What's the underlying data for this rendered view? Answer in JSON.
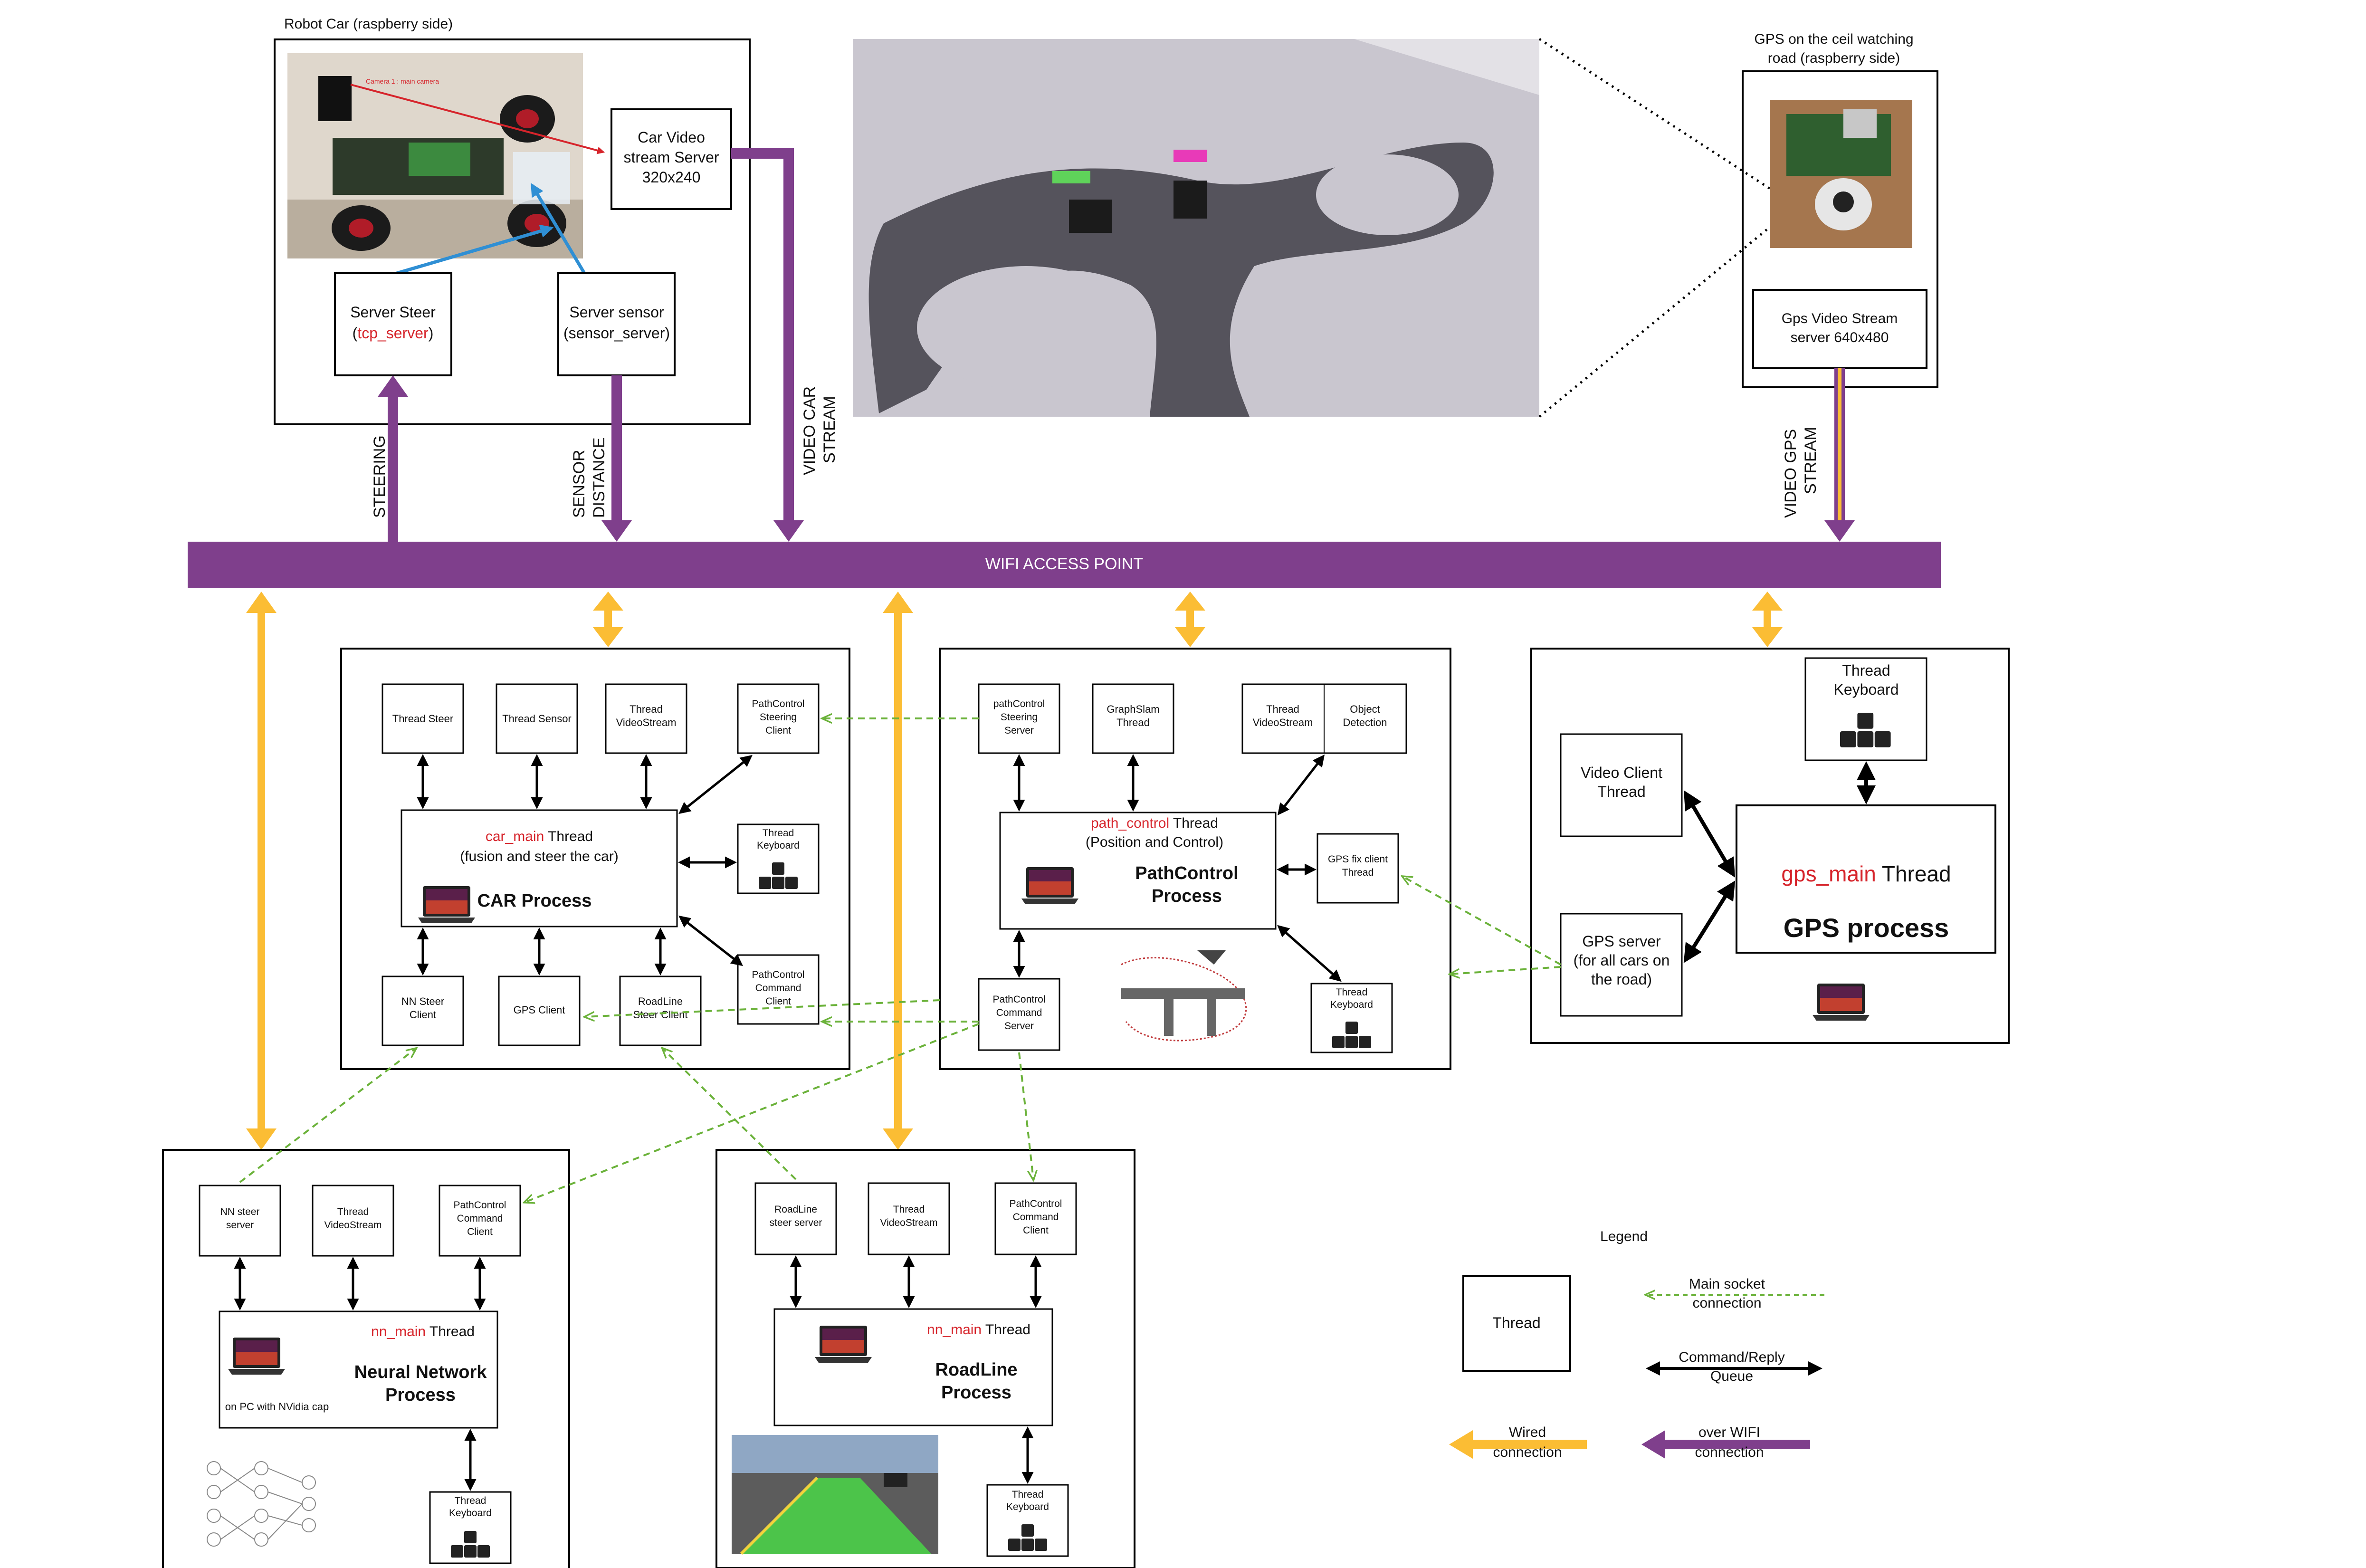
{
  "robot_car": {
    "title": "Robot Car (raspberry side)",
    "photo_annotation": "Camera 1 : main camera",
    "video_server": [
      "Car Video",
      "stream Server",
      "320x240"
    ],
    "server_steer": {
      "line1": "Server Steer",
      "paren_open": "(",
      "name": "tcp_server",
      "paren_close": ")"
    },
    "server_sensor": [
      "Server sensor",
      "(sensor_server)"
    ]
  },
  "gps_cam": {
    "title": [
      "GPS on the ceil watching",
      "road (raspberry side)"
    ],
    "video_server": [
      "Gps Video Stream",
      "server 640x480"
    ]
  },
  "links": {
    "steering": "STEERING",
    "sensor": [
      "SENSOR",
      "DISTANCE"
    ],
    "video_car": [
      "VIDEO CAR",
      "STREAM"
    ],
    "video_gps": [
      "VIDEO GPS",
      "STREAM"
    ],
    "wifi": "WIFI ACCESS POINT"
  },
  "car_process": {
    "thread_steer": "Thread Steer",
    "thread_sensor": "Thread Sensor",
    "thread_video": [
      "Thread",
      "VideoStream"
    ],
    "pc_steering_client": [
      "PathControl",
      "Steering",
      "Client"
    ],
    "main_red": "car_main",
    "main_suffix": " Thread",
    "main_sub": "(fusion and steer the car)",
    "process_label": "CAR Process",
    "thread_keyboard": [
      "Thread",
      "Keyboard"
    ],
    "nn_steer_client": [
      "NN Steer",
      "Client"
    ],
    "gps_client": "GPS Client",
    "roadline_client": [
      "RoadLine",
      "Steer Client"
    ],
    "pc_command_client": [
      "PathControl",
      "Command",
      "Client"
    ]
  },
  "pathcontrol_process": {
    "steering_server": [
      "pathControl",
      "Steering",
      "Server"
    ],
    "graphslam": [
      "GraphSlam",
      "Thread"
    ],
    "thread_video": [
      "Thread",
      "VideoStream"
    ],
    "object_detection": [
      "Object",
      "Detection"
    ],
    "main_red": "path_control",
    "main_suffix": " Thread",
    "main_sub": "(Position and Control)",
    "process_label": [
      "PathControl",
      "Process"
    ],
    "gps_fix": [
      "GPS fix client",
      "Thread"
    ],
    "command_server": [
      "PathControl",
      "Command",
      "Server"
    ],
    "thread_keyboard": [
      "Thread",
      "Keyboard"
    ]
  },
  "gps_process": {
    "thread_keyboard": [
      "Thread",
      "Keyboard"
    ],
    "video_client": [
      "Video Client",
      "Thread"
    ],
    "main_red": "gps_main",
    "main_suffix": " Thread",
    "process_label": "GPS process",
    "gps_server": [
      "GPS server",
      "(for all cars on",
      "the road)"
    ]
  },
  "nn_process": {
    "nn_steer_server": [
      "NN steer",
      "server"
    ],
    "thread_video": [
      "Thread",
      "VideoStream"
    ],
    "pc_command_client": [
      "PathControl",
      "Command",
      "Client"
    ],
    "main_red": "nn_main",
    "main_suffix": " Thread",
    "process_label": [
      "Neural Network",
      "Process"
    ],
    "caption": "on PC with NVidia cap",
    "thread_keyboard": [
      "Thread",
      "Keyboard"
    ]
  },
  "roadline_process": {
    "steer_server": [
      "RoadLine",
      "steer server"
    ],
    "thread_video": [
      "Thread",
      "VideoStream"
    ],
    "pc_command_client": [
      "PathControl",
      "Command",
      "Client"
    ],
    "main_red": "nn_main",
    "main_suffix": " Thread",
    "process_label": [
      "RoadLine",
      "Process"
    ],
    "thread_keyboard": [
      "Thread",
      "Keyboard"
    ]
  },
  "legend": {
    "title": "Legend",
    "thread_box": "Thread",
    "main_socket": [
      "Main socket",
      "connection"
    ],
    "command_reply": [
      "Command/Reply",
      "Queue"
    ],
    "wired": [
      "Wired",
      "connection"
    ],
    "over_wifi": [
      "over WIFI",
      "connection"
    ]
  },
  "colors": {
    "purple": "#7f3f8c",
    "yellow": "#fbbd34",
    "green_dashed": "#6bb23a",
    "red_text": "#d6242b",
    "blue_arrow": "#2f8fd4"
  }
}
